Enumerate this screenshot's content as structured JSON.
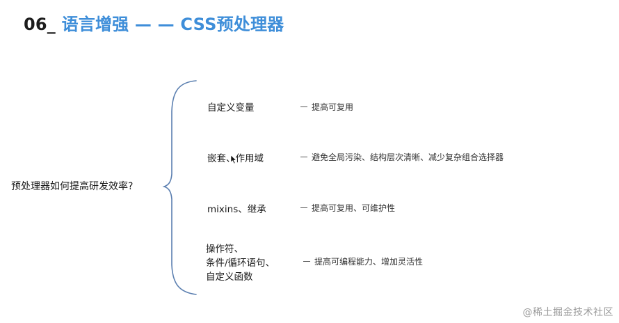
{
  "title": {
    "number": "06_",
    "topic": "语言增强 — — CSS预处理器"
  },
  "question": "预处理器如何提高研发效率?",
  "branches": [
    {
      "label": "自定义变量",
      "description": "提高可复用"
    },
    {
      "label": "嵌套、作用域",
      "description": "避免全局污染、结构层次清晰、减少复杂组合选择器"
    },
    {
      "label": "mixins、继承",
      "description": "提高可复用、可维护性"
    },
    {
      "label_lines": [
        "操作符、",
        "条件/循环语句、",
        "自定义函数"
      ],
      "description": "提高可编程能力、增加灵活性"
    }
  ],
  "watermark": "@稀土掘金技术社区",
  "colors": {
    "title_accent": "#3e8ed9",
    "brace_stroke": "#5b7fb0"
  }
}
